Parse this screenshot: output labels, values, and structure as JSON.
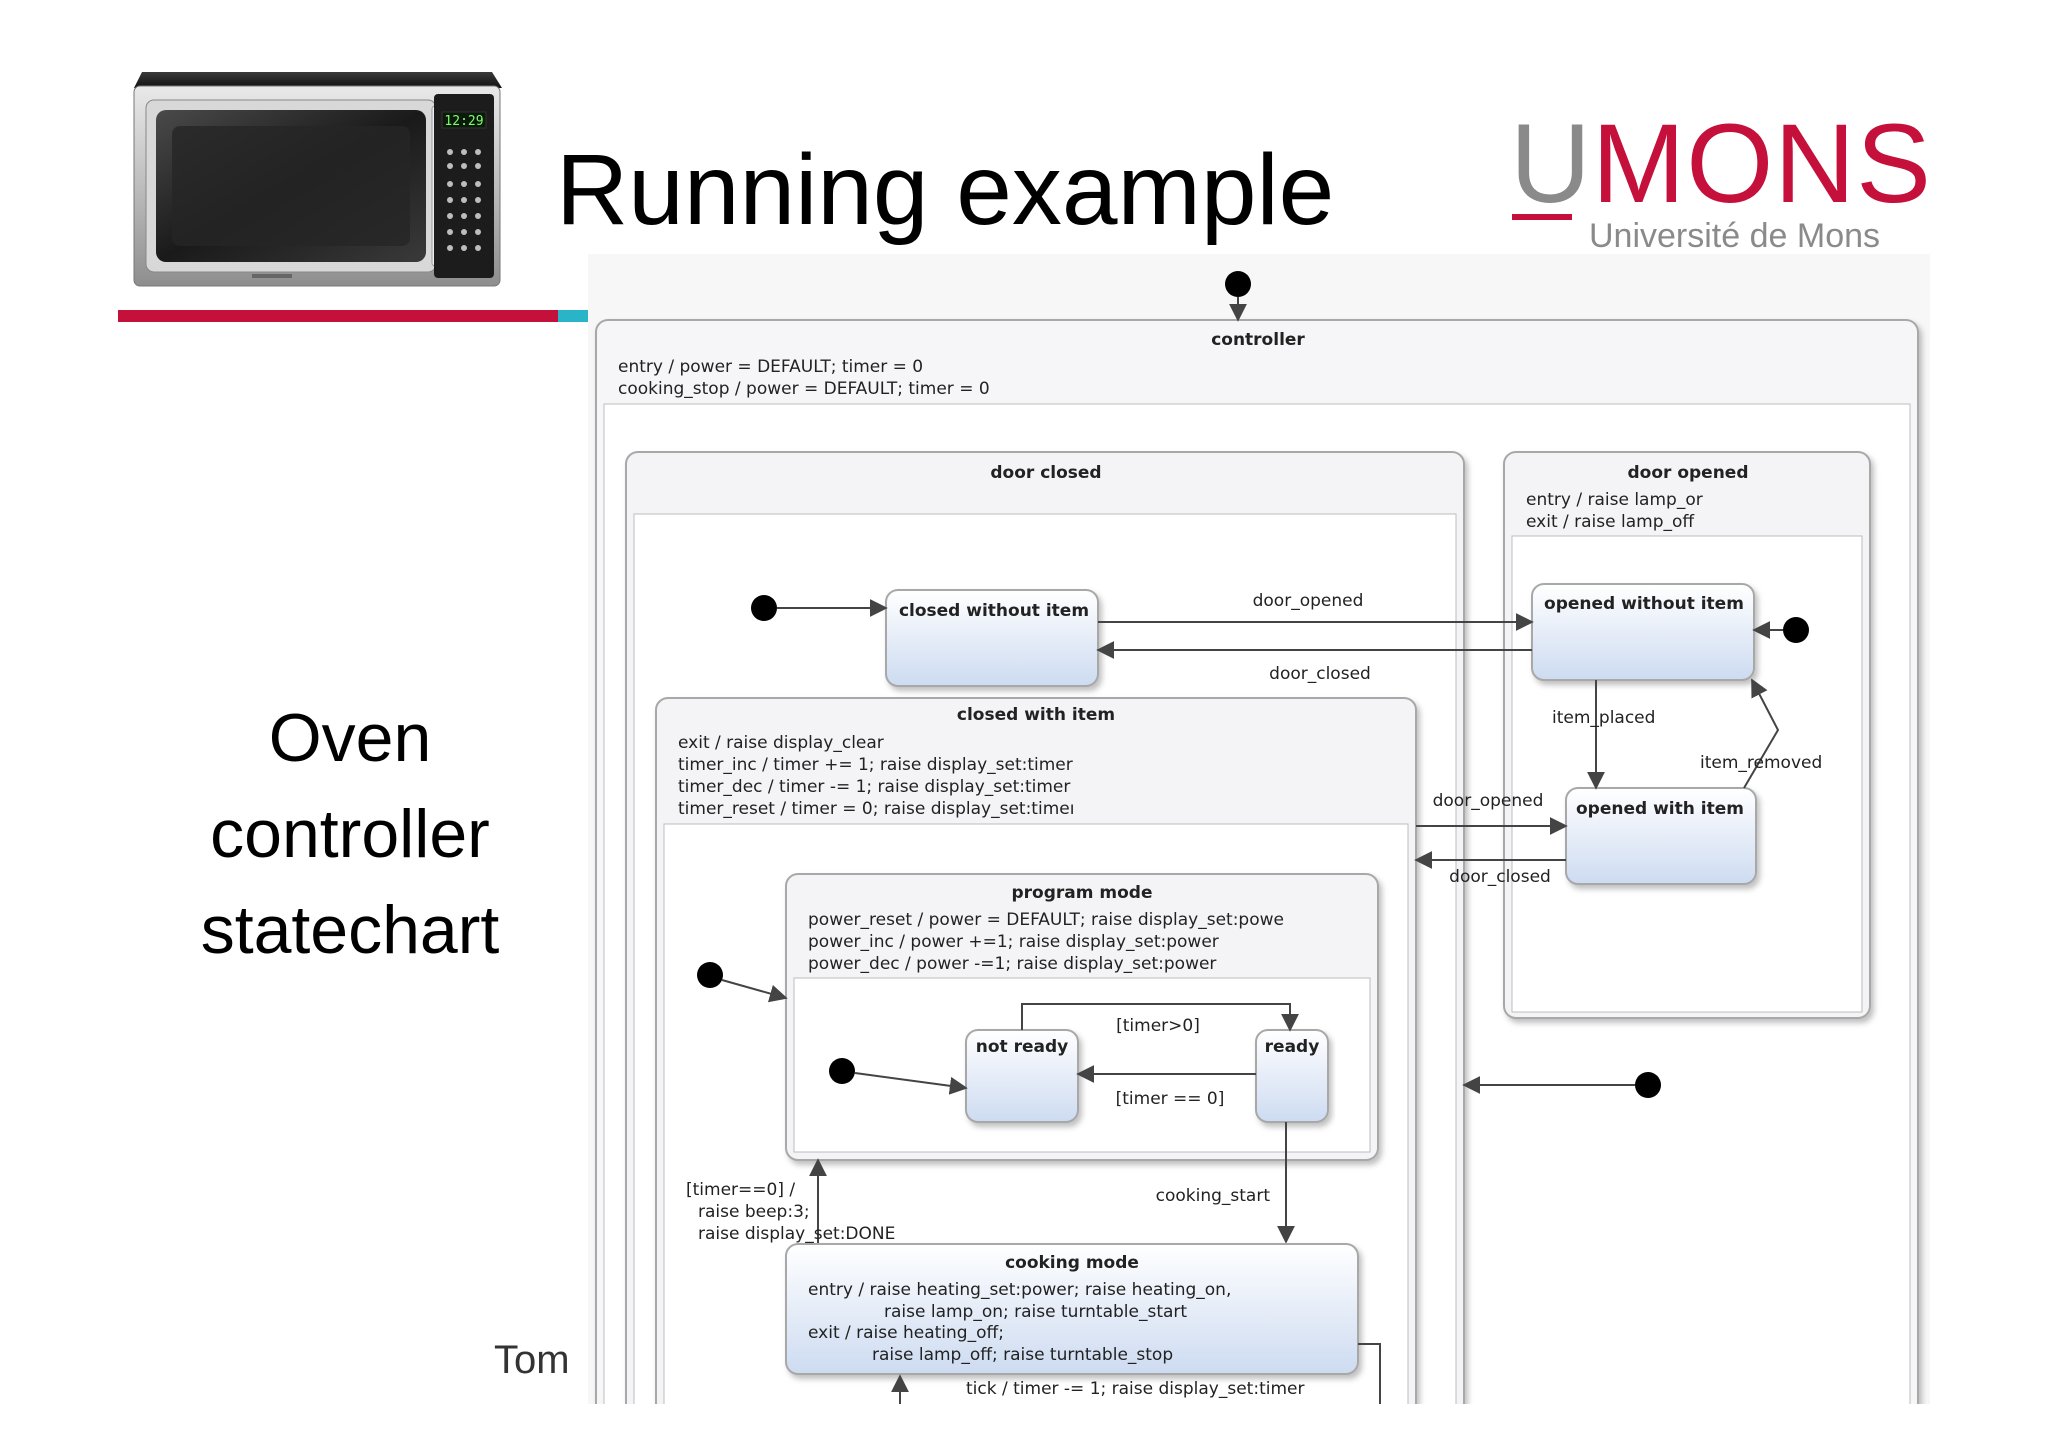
{
  "slide": {
    "title": "Running example",
    "side_title_lines": [
      "Oven",
      "controller",
      "statechart"
    ],
    "author": "Tom"
  },
  "logo": {
    "letters_first": "U",
    "letters_rest": "MONS",
    "subtitle": "Université de Mons",
    "brand_color": "#c4103b",
    "gray": "#8a8a8a"
  },
  "microwave": {
    "display_time": "12:29"
  },
  "statechart": {
    "controller": {
      "name": "controller",
      "actions": [
        "entry / power = DEFAULT; timer = 0",
        "cooking_stop / power = DEFAULT; timer = 0"
      ]
    },
    "door_closed": {
      "name": "door closed"
    },
    "door_opened": {
      "name": "door opened",
      "actions": [
        "entry / raise lamp_or",
        "exit / raise lamp_off"
      ]
    },
    "closed_without_item": {
      "name": "closed without item"
    },
    "opened_without_item": {
      "name": "opened without item"
    },
    "opened_with_item": {
      "name": "opened with item"
    },
    "closed_with_item": {
      "name": "closed with item",
      "actions": [
        "exit / raise display_clear",
        "timer_inc / timer += 1; raise display_set:timer",
        "timer_dec / timer -= 1; raise display_set:timer",
        "timer_reset / timer = 0; raise display_set:timeı"
      ]
    },
    "program_mode": {
      "name": "program mode",
      "actions": [
        "power_reset / power = DEFAULT; raise display_set:powe",
        "power_inc / power +=1; raise display_set:power",
        "power_dec / power -=1; raise display_set:power"
      ]
    },
    "not_ready": {
      "name": "not ready"
    },
    "ready": {
      "name": "ready"
    },
    "cooking_mode": {
      "name": "cooking mode",
      "actions": [
        "entry / raise heating_set:power; raise heating_on,",
        "raise lamp_on; raise turntable_start",
        "exit / raise heating_off;",
        "raise lamp_off; raise turntable_stop"
      ]
    },
    "transitions": {
      "door_opened_1": "door_opened",
      "door_closed_1": "door_closed",
      "item_placed": "item_placed",
      "item_removed": "item_removed",
      "door_opened_2": "door_opened",
      "door_closed_2": "door_closed",
      "timer_gt_0": "[timer>0]",
      "timer_eq_0": "[timer == 0]",
      "cooking_start": "cooking_start",
      "timer_done": [
        "[timer==0] /",
        "raise beep:3;",
        "raise display_set:DONE"
      ],
      "tick": "tick / timer -= 1; raise display_set:timer"
    }
  },
  "colors": {
    "state_fill_top": "#ffffff",
    "state_fill_bottom": "#cfdcf2",
    "composite_fill": "#f4f4f6",
    "stroke": "#9a9a9a"
  }
}
